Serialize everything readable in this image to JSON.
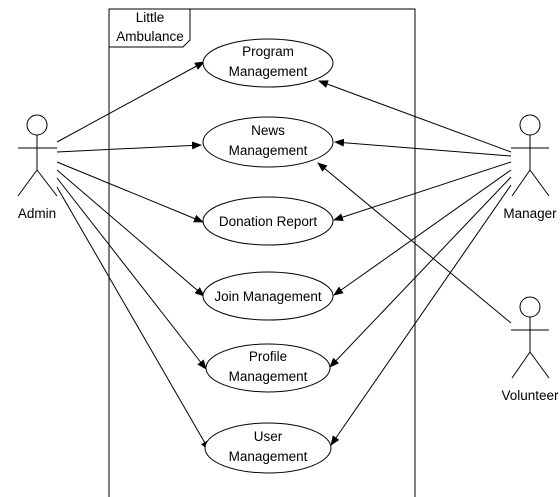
{
  "system": {
    "title_line1": "Little",
    "title_line2": "Ambulance"
  },
  "actors": {
    "admin": "Admin",
    "manager": "Manager",
    "volunteer": "Volunteer"
  },
  "use_cases": {
    "program": {
      "line1": "Program",
      "line2": "Management"
    },
    "news": {
      "line1": "News",
      "line2": "Management"
    },
    "donation": {
      "line1": "Donation Report"
    },
    "join": {
      "line1": "Join Management"
    },
    "profile": {
      "line1": "Profile",
      "line2": "Management"
    },
    "user": {
      "line1": "User",
      "line2": "Management"
    }
  },
  "colors": {
    "stroke": "#000000",
    "fill": "#ffffff"
  }
}
